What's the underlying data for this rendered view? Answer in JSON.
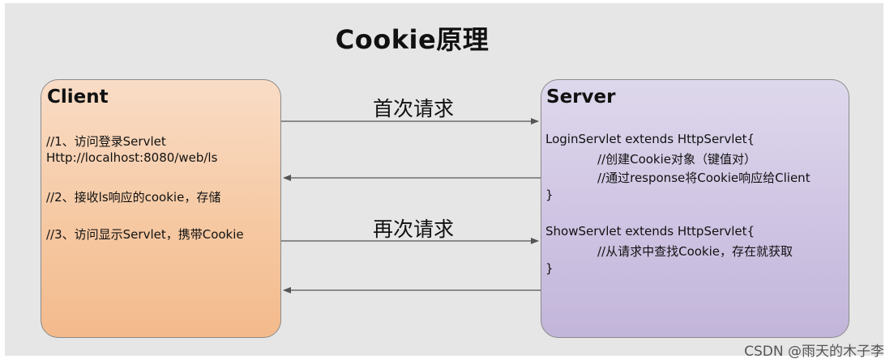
{
  "title": "Cookie原理",
  "client": {
    "title": "Client",
    "lines": [
      "//1、访问登录Servlet",
      "Http://localhost:8080/web/ls",
      "//2、接收ls响应的cookie，存储",
      "//3、访问显示Servlet，携带Cookie"
    ]
  },
  "server": {
    "title": "Server",
    "lines": [
      "LoginServlet extends HttpServlet{",
      "//创建Cookie对象（键值对）",
      "//通过response将Cookie响应给Client",
      "}",
      "ShowServlet extends HttpServlet{",
      "//从请求中查找Cookie，存在就获取",
      "}"
    ]
  },
  "arrows": {
    "first_request_label": "首次请求",
    "second_request_label": "再次请求"
  },
  "watermark": "CSDN @雨天的木子李",
  "colors": {
    "background": "#e6e6e6",
    "client_fill": "#f6c9a3",
    "server_fill": "#cfc4e3",
    "arrow": "#555555"
  }
}
